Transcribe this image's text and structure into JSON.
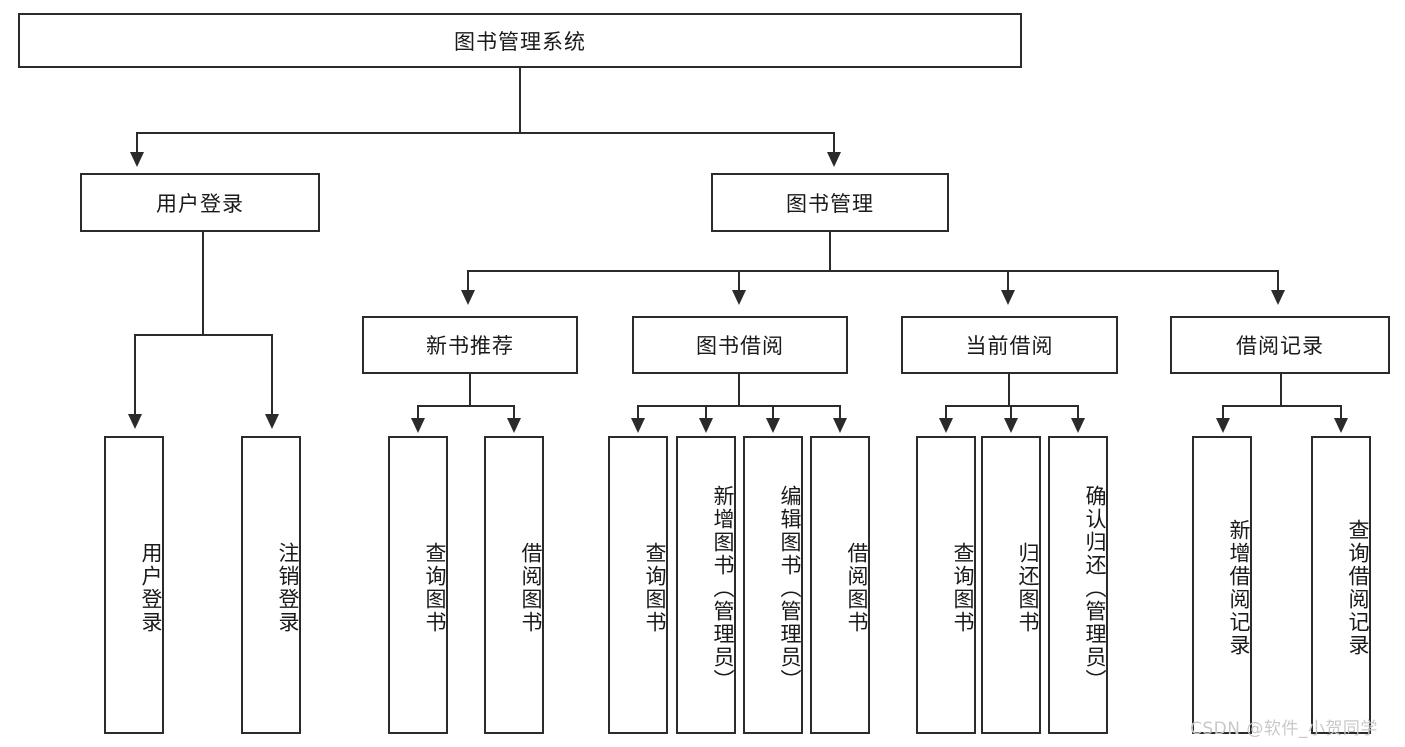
{
  "diagram": {
    "type": "tree-hierarchy",
    "title": "图书管理系统",
    "watermark": "CSDN @软件_小贺同学",
    "colors": {
      "stroke": "#2b2b2b",
      "fill": "#ffffff",
      "text": "#1a1a1a",
      "watermark": "#c9c9c9"
    },
    "nodes": {
      "root": {
        "label": "图书管理系统"
      },
      "level1": [
        {
          "label": "用户登录"
        },
        {
          "label": "图书管理"
        }
      ],
      "level2": [
        {
          "label": "新书推荐"
        },
        {
          "label": "图书借阅"
        },
        {
          "label": "当前借阅"
        },
        {
          "label": "借阅记录"
        }
      ],
      "leaves": {
        "user_login": [
          {
            "label": "用户登录"
          },
          {
            "label": "注销登录"
          }
        ],
        "new_book": [
          {
            "label": "查询图书"
          },
          {
            "label": "借阅图书"
          }
        ],
        "book_borrow": [
          {
            "label": "查询图书"
          },
          {
            "label": "新增图书（管理员）"
          },
          {
            "label": "编辑图书（管理员）"
          },
          {
            "label": "借阅图书"
          }
        ],
        "current_borrow": [
          {
            "label": "查询图书"
          },
          {
            "label": "归还图书"
          },
          {
            "label": "确认归还（管理员）"
          }
        ],
        "borrow_record": [
          {
            "label": "新增借阅记录"
          },
          {
            "label": "查询借阅记录"
          }
        ]
      }
    }
  }
}
